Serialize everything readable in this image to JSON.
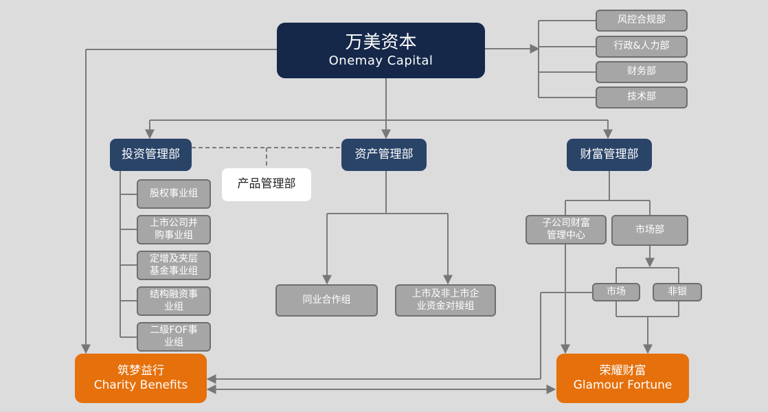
{
  "top": {
    "title_cn": "万美资本",
    "title_en": "Onemay Capital"
  },
  "support_depts": [
    "风控合规部",
    "行政&人力部",
    "财务部",
    "技术部"
  ],
  "depts": {
    "investment": "投资管理部",
    "asset": "资产管理部",
    "wealth": "财富管理部",
    "product": "产品管理部"
  },
  "investment_groups": [
    [
      "股权事业组"
    ],
    [
      "上市公司并",
      "购事业组"
    ],
    [
      "定增及夹层",
      "基金事业组"
    ],
    [
      "结构融资事",
      "业组"
    ],
    [
      "二级FOF事",
      "业组"
    ]
  ],
  "asset_groups": {
    "peer": "同业合作组",
    "listed": [
      "上市及非上市企",
      "业资金对接组"
    ]
  },
  "wealth_units": {
    "subsidiary": [
      "子公司财富",
      "管理中心"
    ],
    "market_dept": "市场部",
    "market": "市场",
    "non_bank": "非银"
  },
  "charity": {
    "cn": "筑梦益行",
    "en": "Charity Benefits"
  },
  "glamour": {
    "cn": "荣耀财富",
    "en": "Glamour Fortune"
  }
}
